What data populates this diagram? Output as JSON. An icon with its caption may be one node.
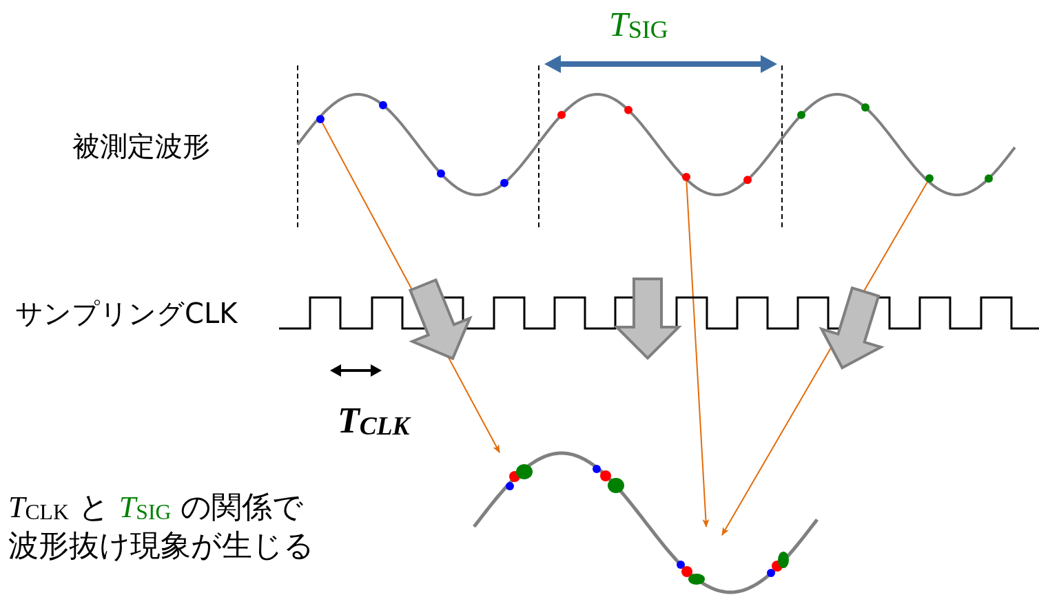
{
  "diagram": {
    "nodes": [
      {
        "text": [],
        "shape": "picture",
        "beside": [
          "被測定波形"
        ]
      },
      {
        "text": [],
        "shape": "circle",
        "in": 0
      },
      {
        "text": [],
        "shape": "circle",
        "in": 0
      },
      {
        "text": [],
        "shape": "circle",
        "in": 0
      },
      {
        "text": [],
        "shape": "picture"
      }
    ],
    "edges": [
      {
        "from": 1,
        "to": 4,
        "arrow": "to"
      },
      {
        "from": 2,
        "to": 4,
        "arrow": "to"
      },
      {
        "from": 3,
        "to": 4,
        "arrow": "to"
      }
    ],
    "labels": [
      "*T*$_{SIG}$",
      "サンプリングCLK",
      "T$_{CLK}$",
      "*T*$_{CLK}$ と *T*$_{SIG}$ の関係で波形抜け現象が生じる"
    ]
  }
}
